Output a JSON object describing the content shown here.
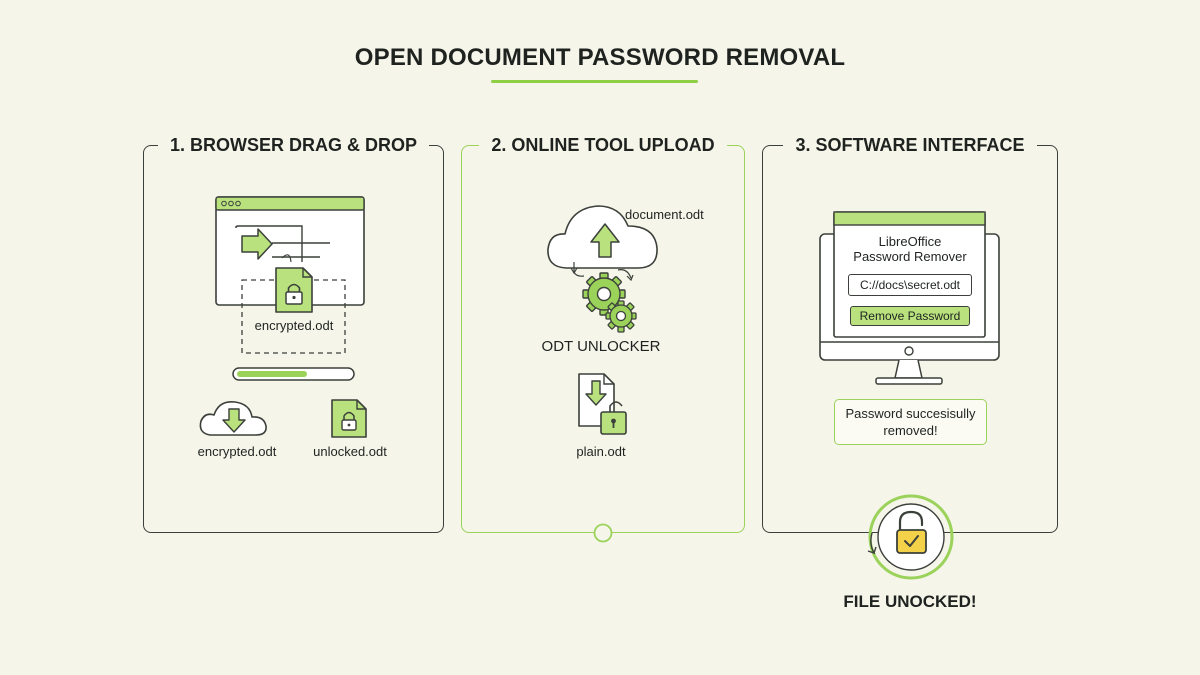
{
  "title": "OPEN DOCUMENT PASSWORD REMOVAL",
  "panels": [
    {
      "heading": "1. BROWSER DRAG & DROP",
      "dropped_file": "encrypted.odt",
      "file_left": "encrypted.odt",
      "file_right": "unlocked.odt"
    },
    {
      "heading": "2. ONLINE TOOL UPLOAD",
      "upload_file": "document.odt",
      "tool_name": "ODT UNLOCKER",
      "output_file": "plain.odt"
    },
    {
      "heading": "3. SOFTWARE INTERFACE",
      "app_title_line1": "LibreOffice",
      "app_title_line2": "Password Remover",
      "path_value": "C://docs\\secret.odt",
      "button_label": "Remove Password",
      "toast_line1": "Password succesisully",
      "toast_line2": "removed!"
    }
  ],
  "result": "FILE UNOCKED!",
  "colors": {
    "accent": "#9ad25a",
    "accent_fill": "#b9e27e",
    "outline": "#3b403a",
    "background": "#f6f5ea",
    "padlock": "#f3d24a"
  }
}
